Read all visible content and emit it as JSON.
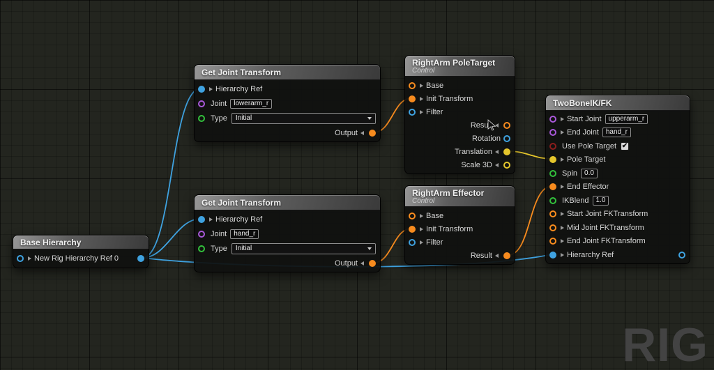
{
  "watermark": "RIG",
  "colors": {
    "blue": "#3fa2e0",
    "purple": "#a958da",
    "green": "#32c13c",
    "orange": "#f78b1e",
    "yellow": "#e5c62c",
    "red": "#8c1d1d"
  },
  "nodes": {
    "base_hierarchy": {
      "title": "Base Hierarchy",
      "output": "New Rig Hierarchy Ref 0"
    },
    "get_joint_transform_top": {
      "title": "Get Joint Transform",
      "hierarchy_ref_label": "Hierarchy Ref",
      "joint_label": "Joint",
      "joint_value": "lowerarm_r",
      "type_label": "Type",
      "type_value": "Initial",
      "output_label": "Output"
    },
    "get_joint_transform_bottom": {
      "title": "Get Joint Transform",
      "hierarchy_ref_label": "Hierarchy Ref",
      "joint_label": "Joint",
      "joint_value": "hand_r",
      "type_label": "Type",
      "type_value": "Initial",
      "output_label": "Output"
    },
    "rightarm_poletarget": {
      "title": "RightArm PoleTarget",
      "subtitle": "Control",
      "inputs": [
        "Base",
        "Init Transform",
        "Filter"
      ],
      "outputs": [
        "Result",
        "Rotation",
        "Translation",
        "Scale 3D"
      ]
    },
    "rightarm_effector": {
      "title": "RightArm Effector",
      "subtitle": "Control",
      "inputs": [
        "Base",
        "Init Transform",
        "Filter"
      ],
      "outputs": [
        "Result"
      ]
    },
    "twobone_ikfk": {
      "title": "TwoBoneIK/FK",
      "start_joint_label": "Start Joint",
      "start_joint_value": "upperarm_r",
      "end_joint_label": "End Joint",
      "end_joint_value": "hand_r",
      "use_pole_target_label": "Use Pole Target",
      "pole_target_label": "Pole Target",
      "spin_label": "Spin",
      "spin_value": "0.0",
      "end_effector_label": "End Effector",
      "ikblend_label": "IKBlend",
      "ikblend_value": "1.0",
      "start_joint_fk_label": "Start Joint FKTransform",
      "mid_joint_fk_label": "Mid Joint FKTransform",
      "end_joint_fk_label": "End Joint FKTransform",
      "hierarchy_ref_label": "Hierarchy Ref"
    }
  }
}
